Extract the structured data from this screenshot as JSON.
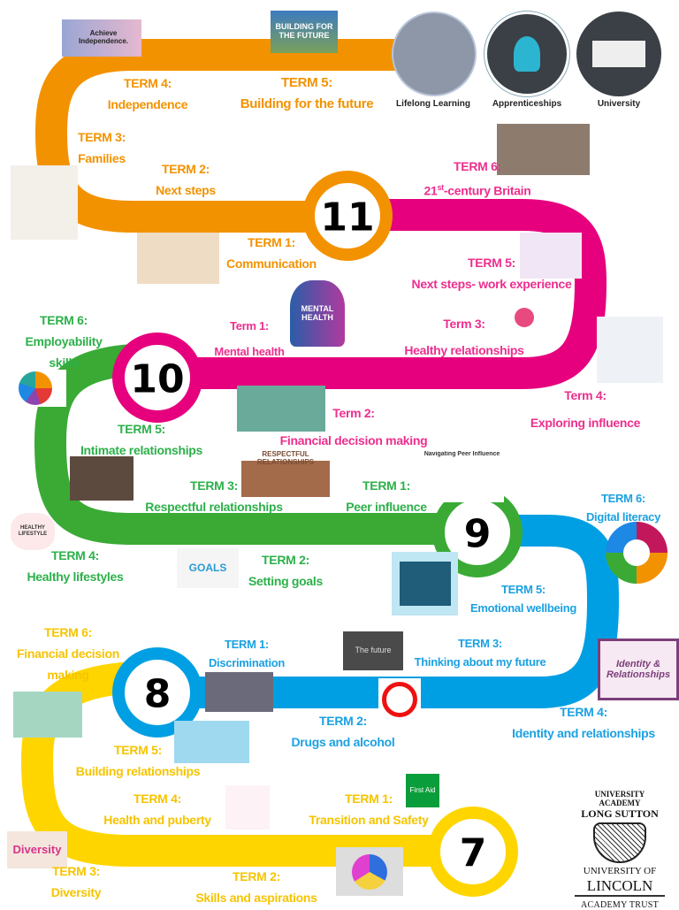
{
  "colors": {
    "y11": "#F39200",
    "y10": "#E6007E",
    "y9": "#3AAA35",
    "y8": "#009FE3",
    "y7": "#FFD500"
  },
  "years": {
    "y11": {
      "number": "11",
      "terms": [
        {
          "term": "TERM 4:",
          "topic": "Independence"
        },
        {
          "term": "TERM 5:",
          "topic": "Building for the future"
        },
        {
          "term": "TERM 3:",
          "topic": "Families"
        },
        {
          "term": "TERM 2:",
          "topic": "Next steps"
        },
        {
          "term": "TERM 1:",
          "topic": "Communication"
        },
        {
          "term": "TERM 6:",
          "topic": "-century Britain",
          "topic_prefix": "21",
          "topic_sup": "st"
        },
        {
          "term": "TERM 5:",
          "topic": "Next steps- work experience"
        }
      ]
    },
    "y10": {
      "number": "10",
      "terms": [
        {
          "term": "Term 1:",
          "topic": "Mental health"
        },
        {
          "term": "Term 3:",
          "topic": "Healthy relationships"
        },
        {
          "term": "Term 4:",
          "topic": "Exploring influence"
        },
        {
          "term": "Term 2:",
          "topic": "Financial decision making"
        },
        {
          "term": "TERM 6:",
          "topic": "Employability",
          "topic2": "skills"
        },
        {
          "term": "TERM 5:",
          "topic": "Intimate relationships"
        }
      ]
    },
    "y9": {
      "number": "9",
      "terms": [
        {
          "term": "TERM 3:",
          "topic": "Respectful relationships"
        },
        {
          "term": "TERM 1:",
          "topic": "Peer influence"
        },
        {
          "term": "TERM 4:",
          "topic": "Healthy lifestyles"
        },
        {
          "term": "TERM 2:",
          "topic": "Setting goals"
        },
        {
          "term": "TERM 6:",
          "topic": "Digital literacy"
        },
        {
          "term": "TERM 5:",
          "topic": "Emotional  wellbeing"
        }
      ]
    },
    "y8": {
      "number": "8",
      "terms": [
        {
          "term": "TERM 1:",
          "topic": "Discrimination"
        },
        {
          "term": "TERM 3:",
          "topic": "Thinking  about  my future"
        },
        {
          "term": "TERM 2:",
          "topic": "Drugs and alcohol"
        },
        {
          "term": "TERM 4:",
          "topic": "Identity and relationships"
        },
        {
          "term": "TERM 6:",
          "topic": "Financial decision",
          "topic2": "making"
        },
        {
          "term": "TERM 5:",
          "topic": "Building relationships"
        }
      ]
    },
    "y7": {
      "number": "7",
      "terms": [
        {
          "term": "TERM 4:",
          "topic": "Health and puberty"
        },
        {
          "term": "TERM 1:",
          "topic": "Transition and Safety"
        },
        {
          "term": "TERM 3:",
          "topic": "Diversity"
        },
        {
          "term": "TERM 2:",
          "topic": "Skills and aspirations"
        }
      ]
    }
  },
  "destinations": [
    "Lifelong Learning",
    "Apprenticeships",
    "University"
  ],
  "images": {
    "achieve": "Achieve Independence.",
    "future": "BUILDING FOR THE FUTURE",
    "mental": "MENTAL HEALTH",
    "respect": "RESPECTFUL RELATIONSHIPS",
    "peer": "Navigating Peer Influence",
    "goals": "GOALS",
    "identity": "Identity & Relationships",
    "firstaid": "First Aid",
    "diversity": "Diversity",
    "thefuture": "The future",
    "lifestyle": "HEALTHY LIFESTYLE"
  },
  "logo": {
    "line1": "UNIVERSITY ACADEMY",
    "line2": "LONG SUTTON",
    "line3": "UNIVERSITY OF",
    "line4": "LINCOLN",
    "line5": "ACADEMY TRUST"
  }
}
